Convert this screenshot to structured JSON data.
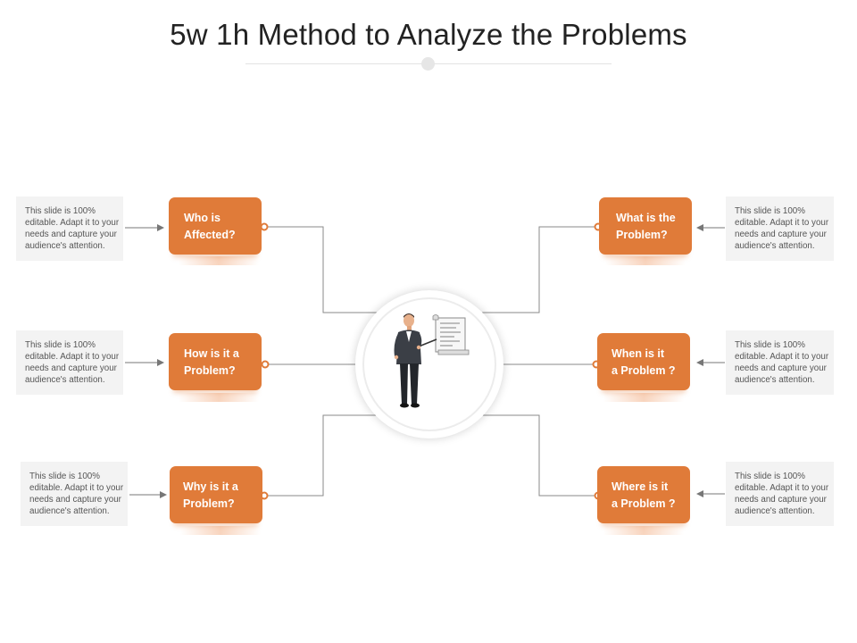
{
  "title": "5w 1h Method to Analyze the Problems",
  "colors": {
    "accent": "#e07b39",
    "note_bg": "#f3f3f3",
    "connector": "#777777"
  },
  "center": {
    "icon": "presenter-icon"
  },
  "nodes": {
    "who": {
      "label_line1": "Who is",
      "label_line2": "Affected?",
      "note": "This slide is 100% editable. Adapt it to your needs and capture your audience's attention."
    },
    "how": {
      "label_line1": "How is it a",
      "label_line2": "Problem?",
      "note": "This slide is 100% editable. Adapt it to your needs and capture your audience's attention."
    },
    "why": {
      "label_line1": "Why is it a",
      "label_line2": "Problem?",
      "note": "This slide is 100% editable. Adapt it to your needs and capture your audience's attention."
    },
    "what": {
      "label_line1": "What is the",
      "label_line2": "Problem?",
      "note": "This slide is 100% editable. Adapt it to your needs and capture your audience's attention."
    },
    "when": {
      "label_line1": "When is it",
      "label_line2": "a Problem ?",
      "note": "This slide is 100% editable. Adapt it to your needs and capture your audience's attention."
    },
    "where": {
      "label_line1": "Where is it",
      "label_line2": "a Problem ?",
      "note": "This slide is 100% editable. Adapt it to your needs and capture your audience's attention."
    }
  }
}
